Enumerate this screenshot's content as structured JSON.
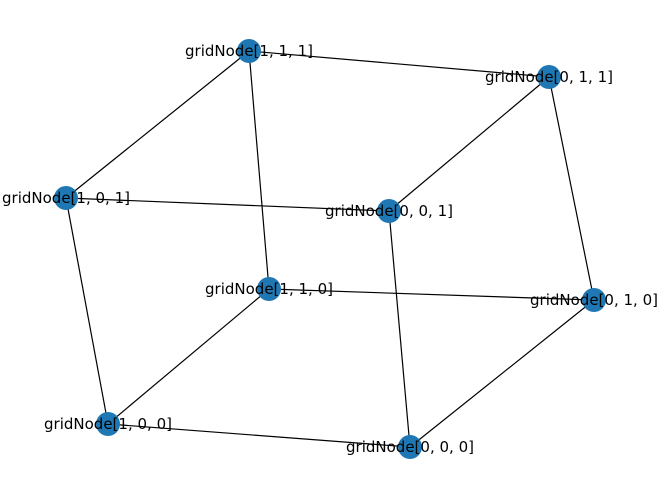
{
  "graph": {
    "node_color": "#1f78b4",
    "edge_color": "#000000",
    "nodes": [
      {
        "id": "111",
        "label": "gridNode[1, 1, 1]"
      },
      {
        "id": "011",
        "label": "gridNode[0, 1, 1]"
      },
      {
        "id": "101",
        "label": "gridNode[1, 0, 1]"
      },
      {
        "id": "001",
        "label": "gridNode[0, 0, 1]"
      },
      {
        "id": "110",
        "label": "gridNode[1, 1, 0]"
      },
      {
        "id": "010",
        "label": "gridNode[0, 1, 0]"
      },
      {
        "id": "100",
        "label": "gridNode[1, 0, 0]"
      },
      {
        "id": "000",
        "label": "gridNode[0, 0, 0]"
      }
    ],
    "edges": [
      [
        "111",
        "011"
      ],
      [
        "111",
        "101"
      ],
      [
        "111",
        "110"
      ],
      [
        "011",
        "001"
      ],
      [
        "011",
        "010"
      ],
      [
        "101",
        "001"
      ],
      [
        "101",
        "100"
      ],
      [
        "001",
        "000"
      ],
      [
        "110",
        "010"
      ],
      [
        "110",
        "100"
      ],
      [
        "100",
        "000"
      ],
      [
        "010",
        "000"
      ]
    ]
  }
}
